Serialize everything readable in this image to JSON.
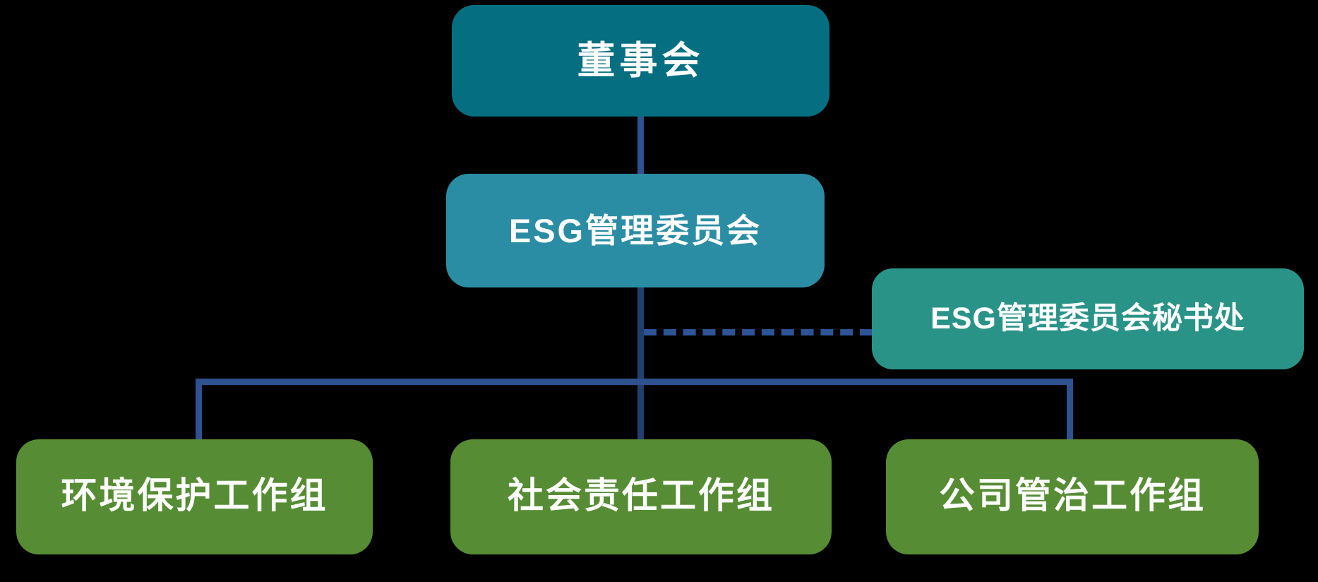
{
  "colors": {
    "background": "#000000",
    "text": "#ffffff",
    "board": "#056e80",
    "committee": "#2b8da3",
    "secretariat": "#2a9388",
    "workgroup": "#568c34",
    "line": "#2e5190",
    "line-dark": "#21406f",
    "dashed": "#2e5496"
  },
  "diagram": {
    "type": "org-chart",
    "nodes": [
      {
        "id": "board",
        "label": "董事会",
        "color": "#056e80"
      },
      {
        "id": "esg-committee",
        "label": "ESG管理委员会",
        "color": "#2b8da3"
      },
      {
        "id": "esg-secretariat",
        "label": "ESG管理委员会秘书处",
        "color": "#2a9388"
      },
      {
        "id": "env-workgroup",
        "label": "环境保护工作组",
        "color": "#568c34"
      },
      {
        "id": "social-workgroup",
        "label": "社会责任工作组",
        "color": "#568c34"
      },
      {
        "id": "governance-workgroup",
        "label": "公司管治工作组",
        "color": "#568c34"
      }
    ],
    "edges": [
      {
        "from": "board",
        "to": "esg-committee",
        "style": "solid"
      },
      {
        "from": "esg-committee",
        "to": "esg-secretariat",
        "style": "dashed"
      },
      {
        "from": "esg-committee",
        "to": "env-workgroup",
        "style": "solid"
      },
      {
        "from": "esg-committee",
        "to": "social-workgroup",
        "style": "solid"
      },
      {
        "from": "esg-committee",
        "to": "governance-workgroup",
        "style": "solid"
      }
    ]
  }
}
